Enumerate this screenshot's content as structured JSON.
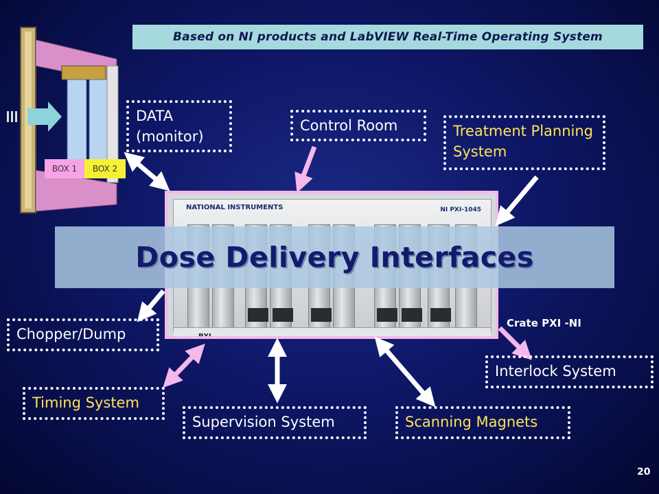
{
  "banner": "Based on NI products and LabVIEW Real-Time Operating System",
  "title": "Dose Delivery Interfaces",
  "crate_label": "Crate PXI -NI",
  "page_number": "20",
  "monitor": {
    "box1": "BOX 1",
    "box2": "BOX 2",
    "box1_color": "#f7a3e6",
    "box2_color": "#f5f132"
  },
  "crate_text": {
    "brand": "NATIONAL INSTRUMENTS",
    "model": "NI PXI-1045",
    "pxi": "PXI"
  },
  "interfaces": {
    "data_monitor": "DATA (monitor)",
    "control_room": "Control Room",
    "treatment_planning": "Treatment Planning System",
    "chopper_dump": "Chopper/Dump",
    "timing_system": "Timing System",
    "supervision_system": "Supervision System",
    "scanning_magnets": "Scanning Magnets",
    "interlock_system": "Interlock System"
  },
  "colors": {
    "banner_bg": "#a6d9dd",
    "pink_arrow": "#f4b8ec",
    "white_arrow": "#ffffff",
    "yellow_text": "#ffe35a",
    "background": "#0e1766"
  }
}
